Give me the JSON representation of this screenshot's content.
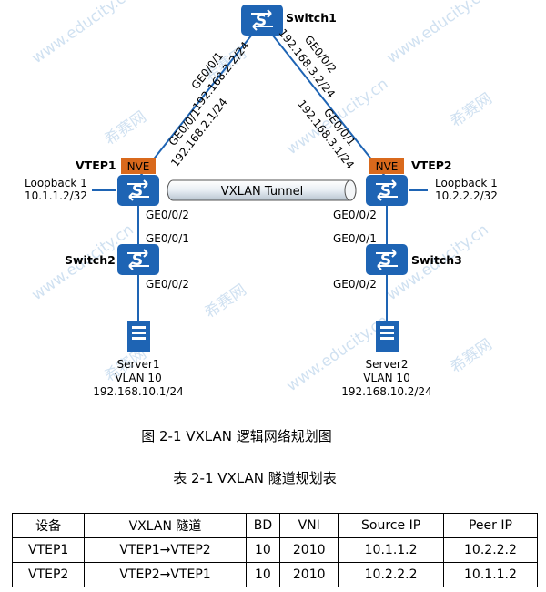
{
  "watermark": {
    "site": "www.educity.cn",
    "brand": "希赛网"
  },
  "nodes": {
    "switch1": {
      "label": "Switch1"
    },
    "vtep1": {
      "label": "VTEP1",
      "nve": "NVE",
      "loopback_title": "Loopback 1",
      "loopback_ip": "10.1.1.2/32"
    },
    "vtep2": {
      "label": "VTEP2",
      "nve": "NVE",
      "loopback_title": "Loopback 1",
      "loopback_ip": "10.2.2.2/32"
    },
    "switch2": {
      "label": "Switch2"
    },
    "switch3": {
      "label": "Switch3"
    },
    "server1": {
      "name": "Server1",
      "vlan": "VLAN 10",
      "ip": "192.168.10.1/24"
    },
    "server2": {
      "name": "Server2",
      "vlan": "VLAN 10",
      "ip": "192.168.10.2/24"
    }
  },
  "links": {
    "sw1_left_port": "GE0/0/1",
    "sw1_left_ip": "192.168.2.2/24",
    "vtep1_up_port": "GE0/0/1",
    "vtep1_up_ip": "192.168.2.1/24",
    "sw1_right_port": "GE0/0/2",
    "sw1_right_ip": "192.168.3.2/24",
    "vtep2_up_port": "GE0/0/1",
    "vtep2_up_ip": "192.168.3.1/24",
    "vtep1_down_port": "GE0/0/2",
    "sw2_up_port": "GE0/0/1",
    "sw2_down_port": "GE0/0/2",
    "vtep2_down_port": "GE0/0/2",
    "sw3_up_port": "GE0/0/1",
    "sw3_down_port": "GE0/0/2",
    "tunnel_label": "VXLAN Tunnel"
  },
  "figure_caption": "图 2-1 VXLAN 逻辑网络规划图",
  "table_caption": "表 2-1 VXLAN 隧道规划表",
  "table": {
    "headers": [
      "设备",
      "VXLAN 隧道",
      "BD",
      "VNI",
      "Source IP",
      "Peer IP"
    ],
    "rows": [
      [
        "VTEP1",
        "VTEP1→VTEP2",
        "10",
        "2010",
        "10.1.1.2",
        "10.2.2.2"
      ],
      [
        "VTEP2",
        "VTEP2→VTEP1",
        "10",
        "2010",
        "10.2.2.2",
        "10.1.1.2"
      ]
    ]
  },
  "colors": {
    "device_blue": "#1e64b4",
    "nve_orange": "#d9691c",
    "watermark": "#c8dcef"
  }
}
